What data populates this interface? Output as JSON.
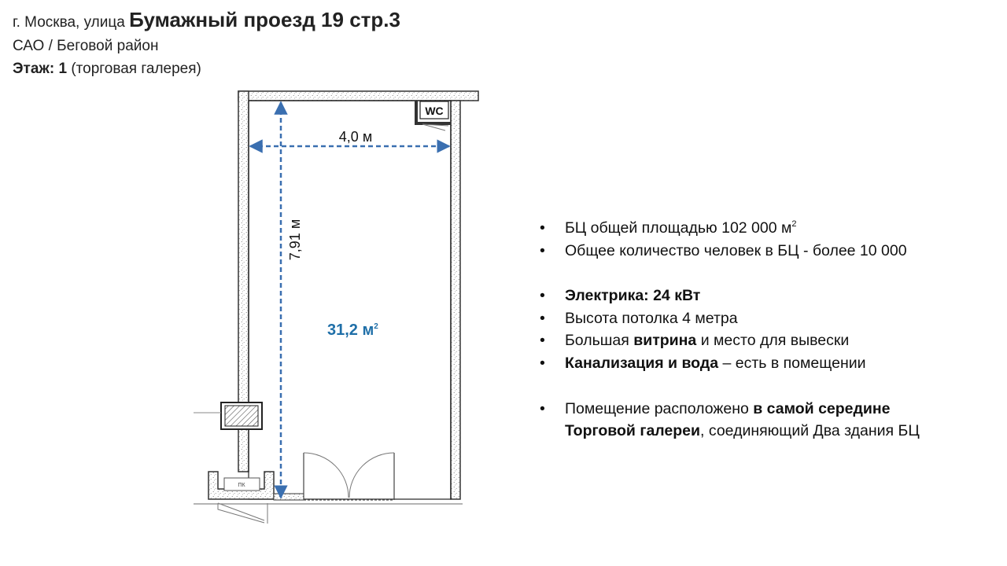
{
  "header": {
    "address_prefix": "г. Москва, улица",
    "address_street": "Бумажный проезд 19 стр.3",
    "district": "САО / Беговой район",
    "floor_label": "Этаж:",
    "floor_value": "1",
    "floor_note": "(торговая галерея)"
  },
  "plan": {
    "width_label": "4,0 м",
    "length_label": "7,91 м",
    "area_value": "31,2 м",
    "area_sup": "2",
    "wc_label": "WC",
    "pk_label": "ПК",
    "colors": {
      "dimension": "#3a6fb0",
      "area": "#1f6fa8",
      "wall": "#333333"
    }
  },
  "features": [
    {
      "parts": [
        {
          "t": "БЦ общей площадью 102 000 м",
          "b": false
        }
      ],
      "sup": "2"
    },
    {
      "parts": [
        {
          "t": "Общее количество человек в БЦ - более 10 000",
          "b": false
        }
      ]
    },
    {
      "gap": true
    },
    {
      "parts": [
        {
          "t": "Электрика: 24 кВт",
          "b": true
        }
      ]
    },
    {
      "parts": [
        {
          "t": "Высота потолка 4 метра",
          "b": false
        }
      ]
    },
    {
      "parts": [
        {
          "t": "Большая ",
          "b": false
        },
        {
          "t": "витрина",
          "b": true
        },
        {
          "t": " и место для вывески",
          "b": false
        }
      ]
    },
    {
      "parts": [
        {
          "t": "Канализация и вода",
          "b": true
        },
        {
          "t": " – есть в помещении",
          "b": false
        }
      ]
    },
    {
      "gap": true
    },
    {
      "parts": [
        {
          "t": "Помещение расположено ",
          "b": false
        },
        {
          "t": "в самой середине",
          "b": true
        }
      ]
    },
    {
      "continuation": true,
      "parts": [
        {
          "t": "Торговой галереи",
          "b": true
        },
        {
          "t": ", соединяющий Два здания БЦ",
          "b": false
        }
      ]
    }
  ]
}
